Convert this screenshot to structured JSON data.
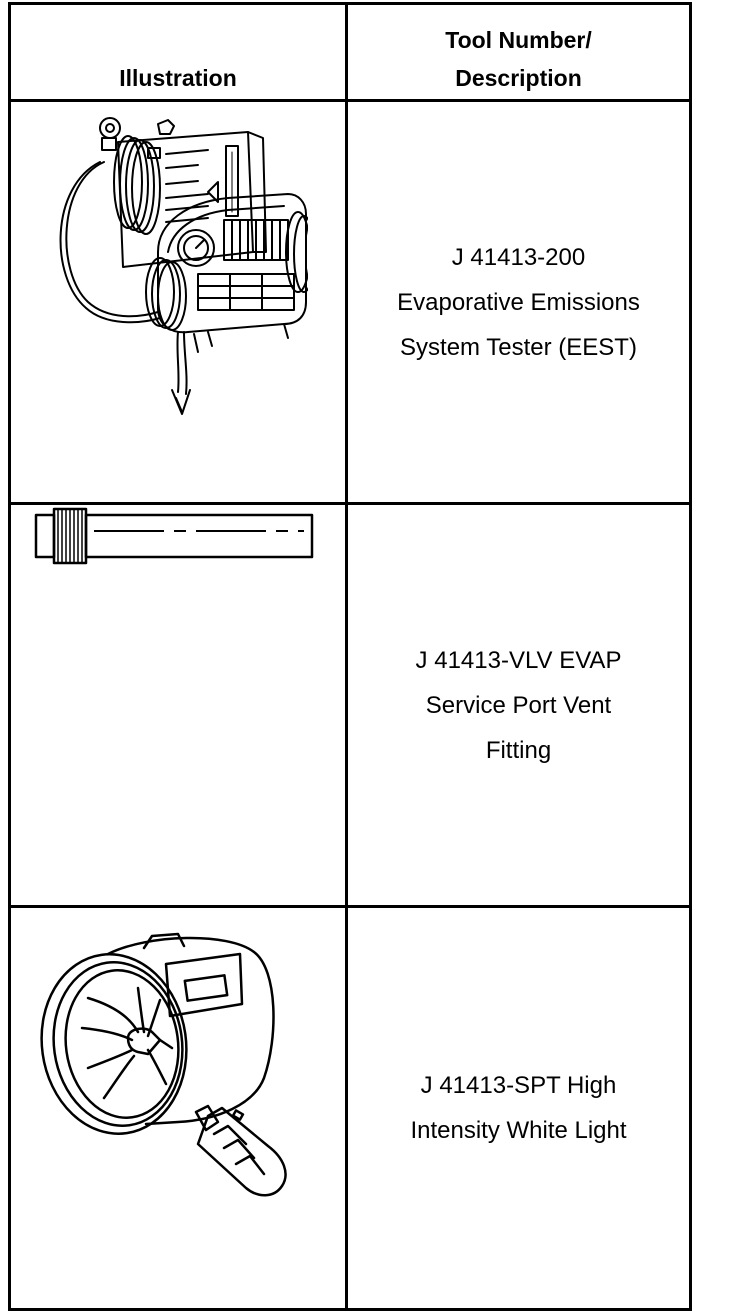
{
  "table": {
    "headers": {
      "illustration": "Illustration",
      "tool": "Tool Number/\nDescription"
    },
    "rows": [
      {
        "icon": "evap-emissions-tester-icon",
        "description": "J 41413-200\nEvaporative Emissions\nSystem Tester (EEST)"
      },
      {
        "icon": "vent-fitting-icon",
        "description": "J 41413-VLV EVAP\nService Port Vent\nFitting"
      },
      {
        "icon": "white-light-icon",
        "description": "J 41413-SPT High\nIntensity White Light"
      }
    ]
  }
}
